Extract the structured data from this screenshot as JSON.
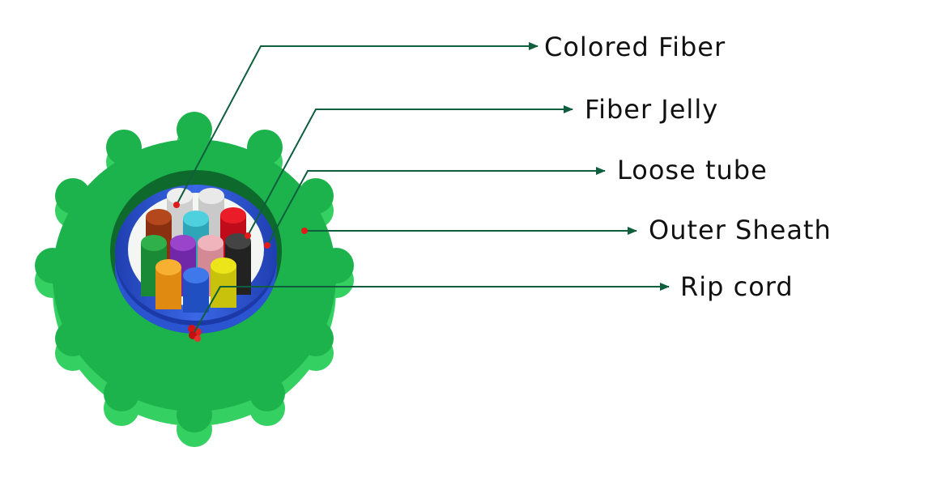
{
  "labels": {
    "colored_fiber": "Colored Fiber",
    "fiber_jelly": "Fiber Jelly",
    "loose_tube": "Loose tube",
    "outer_sheath": "Outer Sheath",
    "rip_cord": "Rip cord"
  },
  "colors": {
    "sheath_top": "#1fb64e",
    "sheath_side": "#38d866",
    "tube": "#2d58d6",
    "leader_line": "#0f5e3d",
    "marker_dot": "#e31a1a"
  }
}
